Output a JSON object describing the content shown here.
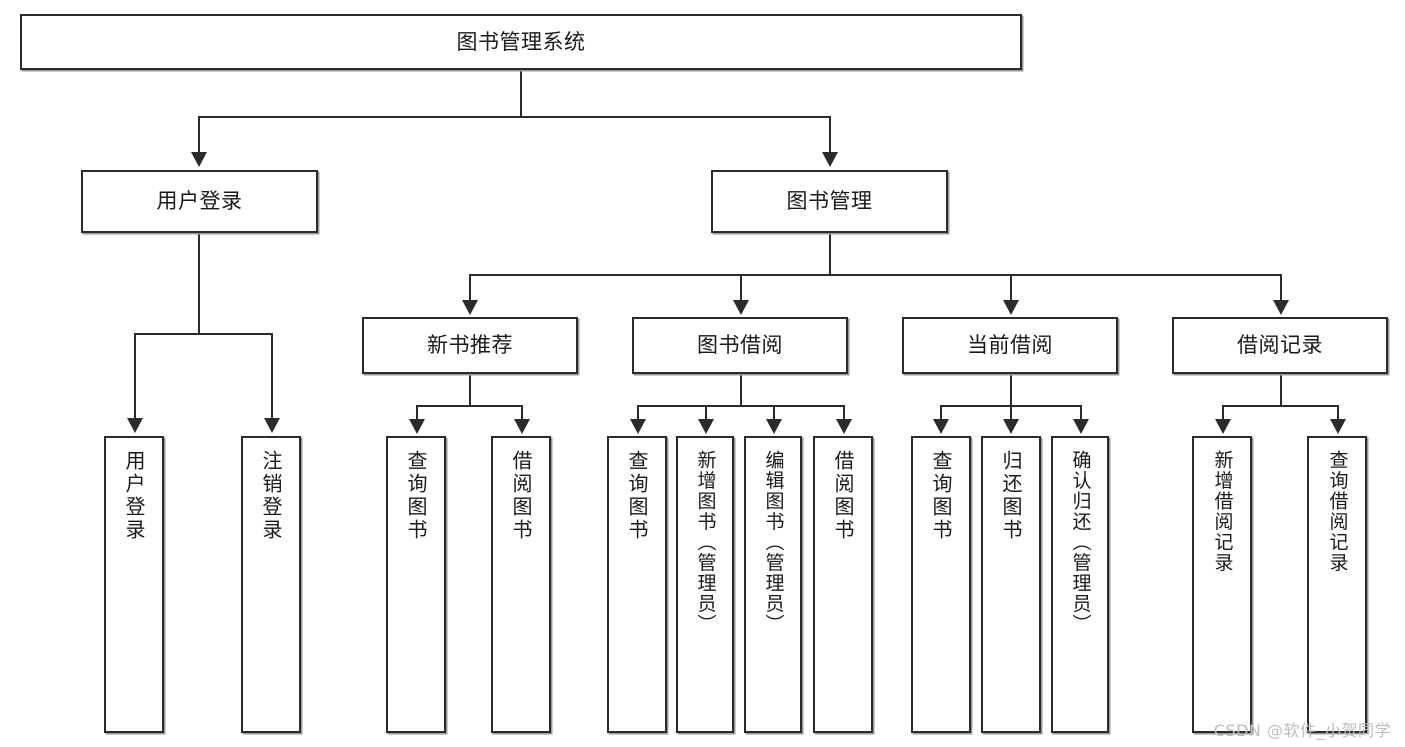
{
  "diagram": {
    "type": "tree-hierarchy",
    "orientation": "top-down",
    "root": {
      "id": "root",
      "label": "图书管理系统"
    },
    "level2": [
      {
        "id": "user-login",
        "label": "用户登录"
      },
      {
        "id": "book-manage",
        "label": "图书管理"
      }
    ],
    "level3": [
      {
        "id": "new-book-recommend",
        "label": "新书推荐",
        "parent": "book-manage"
      },
      {
        "id": "book-borrow",
        "label": "图书借阅",
        "parent": "book-manage"
      },
      {
        "id": "current-borrow",
        "label": "当前借阅",
        "parent": "book-manage"
      },
      {
        "id": "borrow-record",
        "label": "借阅记录",
        "parent": "book-manage"
      }
    ],
    "leaves": [
      {
        "id": "leaf-user-login",
        "label": "用户登录",
        "parent": "user-login"
      },
      {
        "id": "leaf-user-logout",
        "label": "注销登录",
        "parent": "user-login"
      },
      {
        "id": "leaf-query-book-1",
        "label": "查询图书",
        "parent": "new-book-recommend"
      },
      {
        "id": "leaf-borrow-book-1",
        "label": "借阅图书",
        "parent": "new-book-recommend"
      },
      {
        "id": "leaf-query-book-2",
        "label": "查询图书",
        "parent": "book-borrow"
      },
      {
        "id": "leaf-add-book",
        "label": "新增图书（管理员）",
        "parent": "book-borrow"
      },
      {
        "id": "leaf-edit-book",
        "label": "编辑图书（管理员）",
        "parent": "book-borrow"
      },
      {
        "id": "leaf-borrow-book-2",
        "label": "借阅图书",
        "parent": "book-borrow"
      },
      {
        "id": "leaf-query-book-3",
        "label": "查询图书",
        "parent": "current-borrow"
      },
      {
        "id": "leaf-return-book",
        "label": "归还图书",
        "parent": "current-borrow"
      },
      {
        "id": "leaf-confirm-return",
        "label": "确认归还（管理员）",
        "parent": "current-borrow"
      },
      {
        "id": "leaf-add-record",
        "label": "新增借阅记录",
        "parent": "borrow-record"
      },
      {
        "id": "leaf-query-record",
        "label": "查询借阅记录",
        "parent": "borrow-record"
      }
    ]
  },
  "watermark": {
    "text": "CSDN @软件_小贺同学"
  },
  "colors": {
    "stroke": "#2b2b2b",
    "fill": "#ffffff",
    "shadow": "#9a9a9a",
    "watermark": "#bdbdbd",
    "text": "#1a1a1a"
  }
}
